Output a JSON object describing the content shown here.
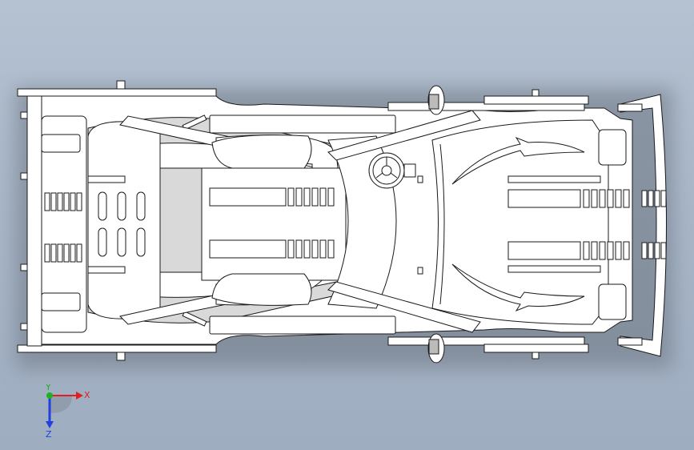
{
  "triad": {
    "x_label": "X",
    "y_label": "Y",
    "z_label": "Z"
  },
  "colors": {
    "body": "#ffffff",
    "stroke": "#1a1a1a",
    "shade": "#d9d9d9",
    "x_axis": "#e02020",
    "y_axis": "#20b020",
    "z_axis": "#2040e0"
  }
}
